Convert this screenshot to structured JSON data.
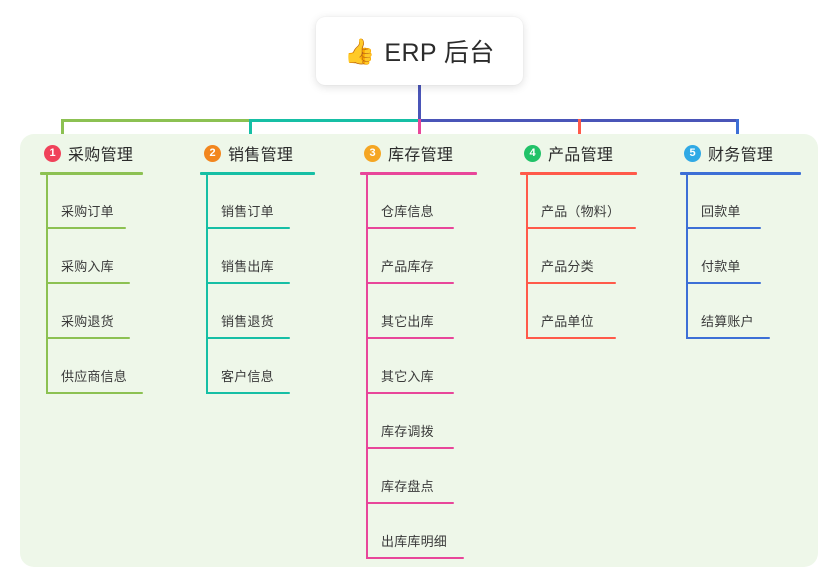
{
  "root": {
    "icon": "thumbs-up-emoji",
    "emoji": "👍",
    "title": "ERP 后台"
  },
  "colors": {
    "panel_bg": "#eef7e9",
    "page_bg": "#ffffff",
    "text": "#2b2b2b",
    "leaf_text": "#3a3a3a",
    "root_stem": "#4a55b8",
    "bus_left_green": "#8cc152",
    "bus_mid_teal": "#16bfa5",
    "bus_right_blue": "#4a55b8"
  },
  "columns": [
    {
      "number": "1",
      "title": "采购管理",
      "color": "#8cc152",
      "badge_color": "#f0425a",
      "rule_width": 103,
      "items": [
        {
          "label": "采购订单",
          "rule_width": 80
        },
        {
          "label": "采购入库",
          "rule_width": 84
        },
        {
          "label": "采购退货",
          "rule_width": 84
        },
        {
          "label": "供应商信息",
          "rule_width": 97
        }
      ]
    },
    {
      "number": "2",
      "title": "销售管理",
      "color": "#16bfa5",
      "badge_color": "#f2861e",
      "rule_width": 115,
      "items": [
        {
          "label": "销售订单",
          "rule_width": 84
        },
        {
          "label": "销售出库",
          "rule_width": 84
        },
        {
          "label": "销售退货",
          "rule_width": 84
        },
        {
          "label": "客户信息",
          "rule_width": 84
        }
      ]
    },
    {
      "number": "3",
      "title": "库存管理",
      "color": "#e8469a",
      "badge_color": "#f5a623",
      "rule_width": 117,
      "items": [
        {
          "label": "仓库信息",
          "rule_width": 88
        },
        {
          "label": "产品库存",
          "rule_width": 88
        },
        {
          "label": "其它出库",
          "rule_width": 88
        },
        {
          "label": "其它入库",
          "rule_width": 88
        },
        {
          "label": "库存调拨",
          "rule_width": 88
        },
        {
          "label": "库存盘点",
          "rule_width": 88
        },
        {
          "label": "出库库明细",
          "rule_width": 98
        }
      ]
    },
    {
      "number": "4",
      "title": "产品管理",
      "color": "#ff5a4a",
      "badge_color": "#21c268",
      "rule_width": 117,
      "items": [
        {
          "label": "产品（物料）",
          "rule_width": 110
        },
        {
          "label": "产品分类",
          "rule_width": 90
        },
        {
          "label": "产品单位",
          "rule_width": 90
        }
      ]
    },
    {
      "number": "5",
      "title": "财务管理",
      "color": "#3d6fd6",
      "badge_color": "#30a9e5",
      "rule_width": 121,
      "items": [
        {
          "label": "回款单",
          "rule_width": 75
        },
        {
          "label": "付款单",
          "rule_width": 75
        },
        {
          "label": "结算账户",
          "rule_width": 84
        }
      ]
    }
  ]
}
